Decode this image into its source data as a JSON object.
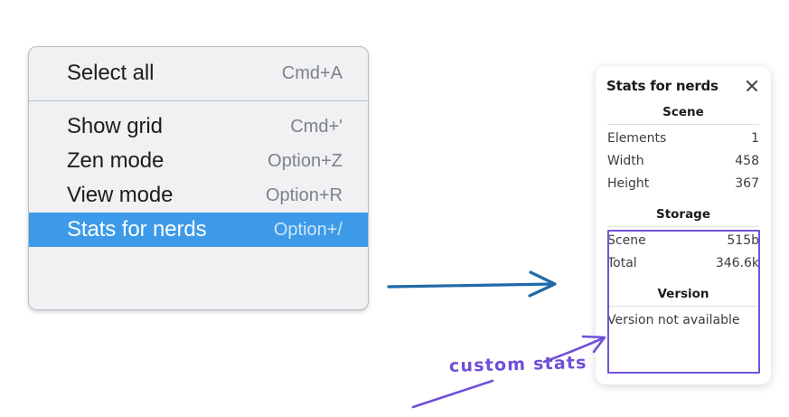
{
  "context_menu": {
    "sections": [
      {
        "items": [
          {
            "label": "Select all",
            "shortcut": "Cmd+A",
            "selected": false
          }
        ]
      },
      {
        "items": [
          {
            "label": "Show grid",
            "shortcut": "Cmd+'",
            "selected": false
          },
          {
            "label": "Zen mode",
            "shortcut": "Option+Z",
            "selected": false
          },
          {
            "label": "View mode",
            "shortcut": "Option+R",
            "selected": false
          },
          {
            "label": "Stats for nerds",
            "shortcut": "Option+/",
            "selected": true
          }
        ]
      }
    ],
    "highlight_color": "#3d9ae8",
    "background_color": "#f0f1f3"
  },
  "stats_panel": {
    "title": "Stats for nerds",
    "close_icon": "close-icon",
    "sections": [
      {
        "heading": "Scene",
        "rows": [
          {
            "label": "Elements",
            "value": "1"
          },
          {
            "label": "Width",
            "value": "458"
          },
          {
            "label": "Height",
            "value": "367"
          }
        ]
      },
      {
        "heading": "Storage",
        "rows": [
          {
            "label": "Scene",
            "value": "515b"
          },
          {
            "label": "Total",
            "value": "346.6k"
          }
        ]
      },
      {
        "heading": "Version",
        "note": "Version not available"
      }
    ]
  },
  "annotations": {
    "handwritten_label": "custom stats",
    "blue_arrow_color": "#1f6aa8",
    "purple_color": "#6f4fd6"
  }
}
